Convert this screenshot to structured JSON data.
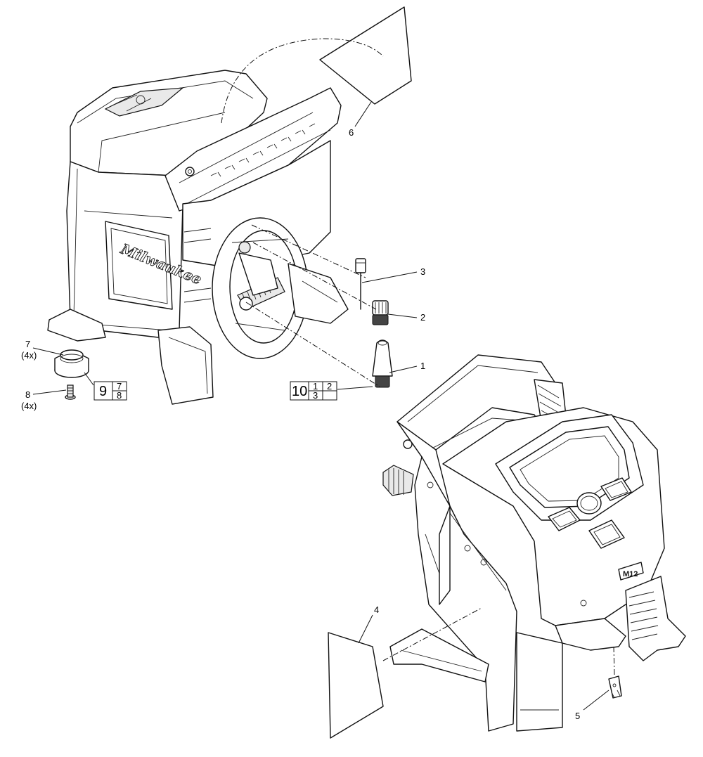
{
  "diagram": {
    "brand_logo": "Milwaukee",
    "model_badge": "M12",
    "callouts": [
      {
        "id": "c1",
        "label": "1"
      },
      {
        "id": "c2",
        "label": "2"
      },
      {
        "id": "c3",
        "label": "3"
      },
      {
        "id": "c4",
        "label": "4"
      },
      {
        "id": "c5",
        "label": "5"
      },
      {
        "id": "c6",
        "label": "6"
      },
      {
        "id": "c7",
        "label": "7",
        "qty": "(4x)"
      },
      {
        "id": "c8",
        "label": "8",
        "qty": "(4x)"
      }
    ],
    "kits": [
      {
        "id": "k9",
        "number": "9",
        "parts_top": [
          "7"
        ],
        "parts_bottom": [
          "8"
        ]
      },
      {
        "id": "k10",
        "number": "10",
        "parts_top": [
          "1",
          "2"
        ],
        "parts_bottom": [
          "3",
          ""
        ]
      }
    ]
  }
}
